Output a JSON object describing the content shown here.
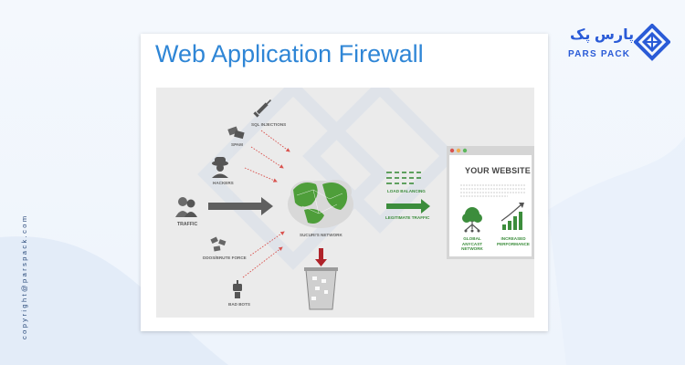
{
  "footer": {
    "copyright": "copyright@parspack.com"
  },
  "brand": {
    "name_fa": "پارس پک",
    "name_en": "PARS PACK"
  },
  "figure": {
    "title": "Web Application Firewall",
    "labels": {
      "sql_injections": "SQL INJECTIONS",
      "spam": "SPAM",
      "hackers": "HACKERS",
      "traffic": "TRAFFIC",
      "ddos": "DDoS/BRUTE FORCE",
      "bad_bots": "BAD BOTS",
      "network": "SUCURI'S NETWORK",
      "load_balancing": "LOAD BALANCING",
      "legitimate_traffic": "LEGITIMATE TRAFFIC",
      "your_website": "YOUR WEBSITE",
      "anycast": "GLOBAL ANYCAST NETWORK",
      "performance": "INCREASED PERFORMANCE"
    }
  },
  "colors": {
    "accent_blue": "#2f86d6",
    "brand_blue": "#2a5bd7",
    "network_green": "#3c8d3c",
    "block_red": "#b0232a",
    "panel_gray": "#ebebeb"
  }
}
